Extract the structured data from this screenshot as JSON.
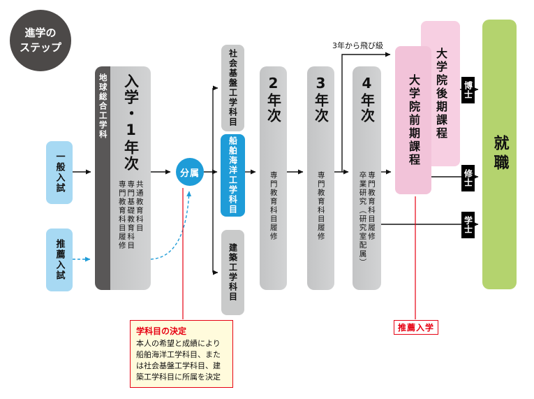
{
  "colors": {
    "blue": "#1e9cd8",
    "light_blue": "#a7d9f3",
    "gray": "#c9caca",
    "dark_gray": "#595757",
    "pink_front": "#f2c3d9",
    "pink_back": "#f7cfe2",
    "green": "#b4d36e",
    "red": "#e60012",
    "note_bg": "#fffbdc"
  },
  "badge": {
    "line1": "進学の",
    "line2": "ステップ"
  },
  "entry": {
    "general": "一般入試",
    "recommend": "推薦入試"
  },
  "department_bar": "地球総合工学科",
  "year1": {
    "title": "入学・1年次",
    "subjects": [
      "共通教育科目",
      "専門基礎教育科目",
      "専門教育科目履修"
    ]
  },
  "bunzoku": "分属",
  "branches": {
    "civil": "社会基盤工学科目",
    "naval": "船舶海洋工学科目",
    "architecture": "建築工学科目"
  },
  "year2": {
    "title": "2年次",
    "subjects": [
      "専門教育科目履修"
    ]
  },
  "year3": {
    "title": "3年次",
    "subjects": [
      "専門教育科目履修"
    ]
  },
  "year4": {
    "title": "4年次",
    "subjects": [
      "専門教育科目履修",
      "卒業研究（研究室配属）"
    ]
  },
  "skip_label": "3年から飛び級",
  "grad": {
    "first_half": "大学院前期課程",
    "second_half": "大学院後期課程"
  },
  "degrees": {
    "doctor": "博士",
    "master": "修士",
    "bachelor": "学士"
  },
  "employment": "就職",
  "decision_note": {
    "title": "学科目の決定",
    "body": "本人の希望と成績により船舶海洋工学科目、または社会基盤工学科目、建築工学科目に所属を決定"
  },
  "recommend_admission": "推薦入学"
}
